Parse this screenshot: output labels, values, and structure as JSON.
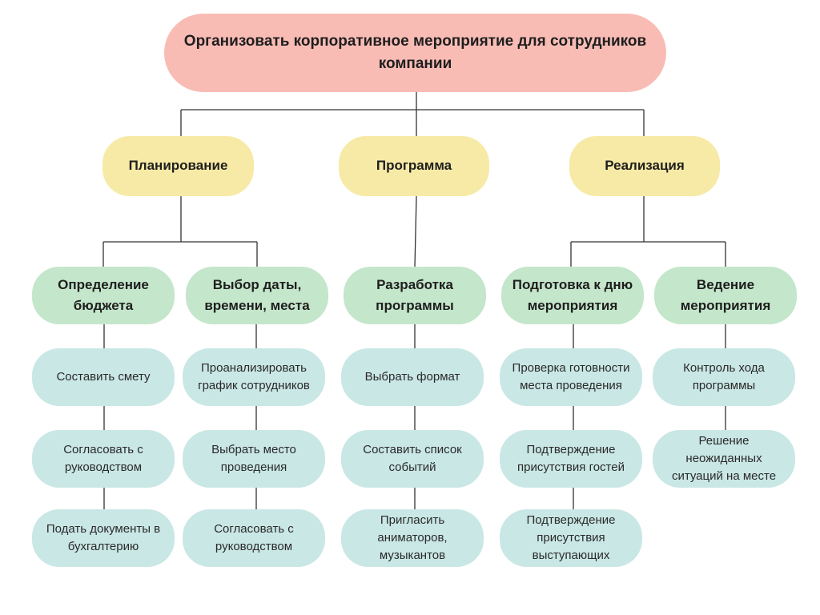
{
  "root": "Организовать корпоративное мероприятие для сотрудников компании",
  "phases": [
    {
      "label": "Планирование",
      "groups": [
        {
          "label": "Определение бюджета",
          "tasks": [
            "Составить смету",
            "Согласовать с руководством",
            "Подать документы в бухгалтерию"
          ]
        },
        {
          "label": "Выбор даты, времени, места",
          "tasks": [
            "Проанализировать график сотрудников",
            "Выбрать место проведения",
            "Согласовать с руководством"
          ]
        }
      ]
    },
    {
      "label": "Программа",
      "groups": [
        {
          "label": "Разработка программы",
          "tasks": [
            "Выбрать формат",
            "Составить список событий",
            "Пригласить аниматоров, музыкантов"
          ]
        }
      ]
    },
    {
      "label": "Реализация",
      "groups": [
        {
          "label": "Подготовка к дню мероприятия",
          "tasks": [
            "Проверка готовности места проведения",
            "Подтверждение присутствия гостей",
            "Подтверждение присутствия выступающих"
          ]
        },
        {
          "label": "Ведение мероприятия",
          "tasks": [
            "Контроль хода программы",
            "Решение неожиданных ситуаций на месте"
          ]
        }
      ]
    }
  ],
  "colors": {
    "root": "#f9bcb5",
    "phase": "#f7eaa6",
    "group": "#c4e6cb",
    "task": "#c9e7e5",
    "line": "#333333"
  }
}
